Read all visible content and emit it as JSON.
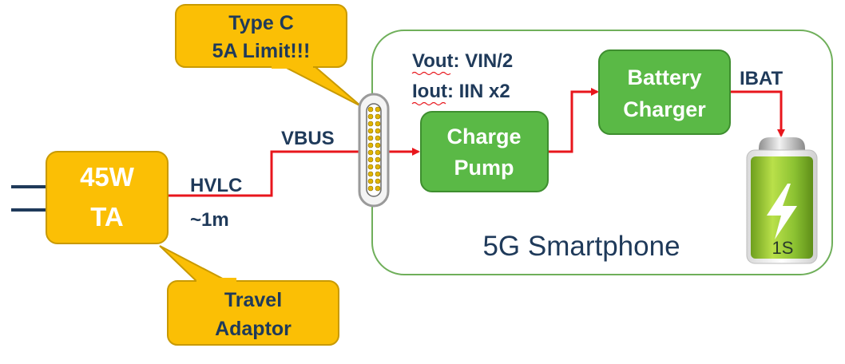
{
  "colors": {
    "callout_fill": "#FBBF05",
    "callout_stroke": "#C99A00",
    "block_fill": "#5AB946",
    "block_stroke": "#3E8E2F",
    "wire": "#E8161C",
    "phone_outline": "#6FAF5A",
    "text_dark": "#1F3A5A",
    "text_light": "#FFFFFF"
  },
  "adaptor": {
    "line1": "45W",
    "line2": "TA"
  },
  "callout_type_c": {
    "line1": "Type C",
    "line2": "5A Limit!!!"
  },
  "callout_travel": {
    "line1": "Travel",
    "line2": "Adaptor"
  },
  "cable": {
    "label": "HVLC",
    "length": "~1m"
  },
  "vbus_label": "VBUS",
  "phone": {
    "label": "5G Smartphone"
  },
  "charge_pump": {
    "line1": "Charge",
    "line2": "Pump",
    "vout": "Vout: VIN/2",
    "iout": "Iout: IIN x2"
  },
  "battery_charger": {
    "line1": "Battery",
    "line2": "Charger"
  },
  "ibat_label": "IBAT",
  "battery": {
    "label": "1S",
    "icon": "lightning-bolt-icon"
  },
  "connector": {
    "icon": "usb-c-connector-icon"
  }
}
